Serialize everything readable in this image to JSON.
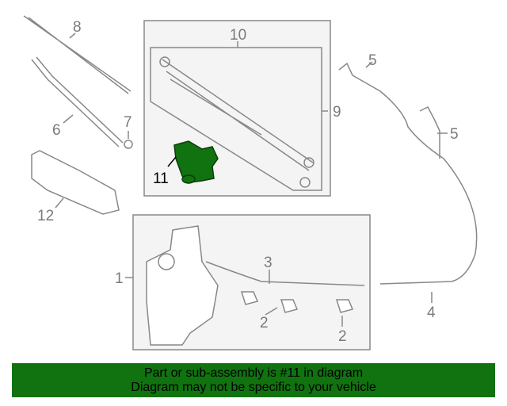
{
  "diagram": {
    "callouts": {
      "c1": "1",
      "c2a": "2",
      "c2b": "2",
      "c3": "3",
      "c4": "4",
      "c5a": "5",
      "c5b": "5",
      "c6": "6",
      "c7": "7",
      "c8": "8",
      "c9": "9",
      "c10": "10",
      "c11": "11",
      "c12": "12"
    },
    "highlight_color": "#117210"
  },
  "banner": {
    "line1": "Part or sub-assembly is #11 in diagram",
    "line2": "Diagram may not be specific to your vehicle"
  }
}
